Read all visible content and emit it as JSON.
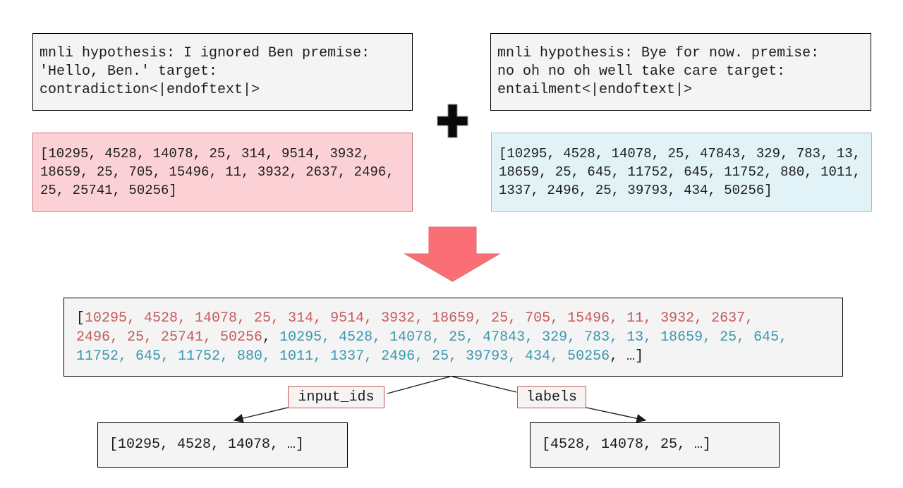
{
  "colors": {
    "box_fill": "#f4f4f4",
    "box_stroke": "#000000",
    "pink_fill": "#fcd1d6",
    "pink_stroke": "#c86e7a",
    "blue_fill": "#e2f3f8",
    "blue_stroke": "#a2b9c2",
    "red_token": "#c65b5b",
    "blue_token": "#3a97ae",
    "arrow_fill": "#fc6e76",
    "arrow_stroke": "#d86a70",
    "label_fill": "#f7f3f3",
    "label_stroke": "#b85450"
  },
  "sources": {
    "left_text": "mnli hypothesis: I ignored Ben premise:\n'Hello, Ben.' target:\ncontradiction<|endoftext|>",
    "right_text": "mnli hypothesis: Bye for now. premise:\nno oh no oh well take care target:\nentailment<|endoftext|>",
    "plus_sign": "+"
  },
  "token_lists": {
    "left_text": "[10295, 4528, 14078, 25, 314, 9514, 3932,\n18659, 25, 705, 15496, 11, 3932, 2637, 2496,\n25, 25741, 50256]",
    "right_text": "[10295, 4528, 14078, 25, 47843, 329, 783, 13,\n18659, 25, 645, 11752, 645, 11752, 880, 1011,\n1337, 2496, 25, 39793, 434, 50256]"
  },
  "packed_sequence": {
    "segments": [
      {
        "color": "dark",
        "text": "["
      },
      {
        "color": "red",
        "text": "10295, 4528, 14078, 25, 314, 9514, 3932, 18659, 25, 705, 15496, 11, 3932, 2637,\n2496, 25, 25741, 50256"
      },
      {
        "color": "dark",
        "text": ", "
      },
      {
        "color": "blue",
        "text": "10295, 4528, 14078, 25, 47843, 329, 783, 13, 18659, 25, 645,\n11752, 645, 11752, 880, 1011, 1337, 2496, 25, 39793, 434, 50256"
      },
      {
        "color": "dark",
        "text": ", …]"
      }
    ]
  },
  "branches": {
    "input_ids_label": "input_ids",
    "labels_label": "labels",
    "output_input_ids": "[10295, 4528, 14078, …]",
    "output_labels": "[4528, 14078, 25, …]"
  }
}
